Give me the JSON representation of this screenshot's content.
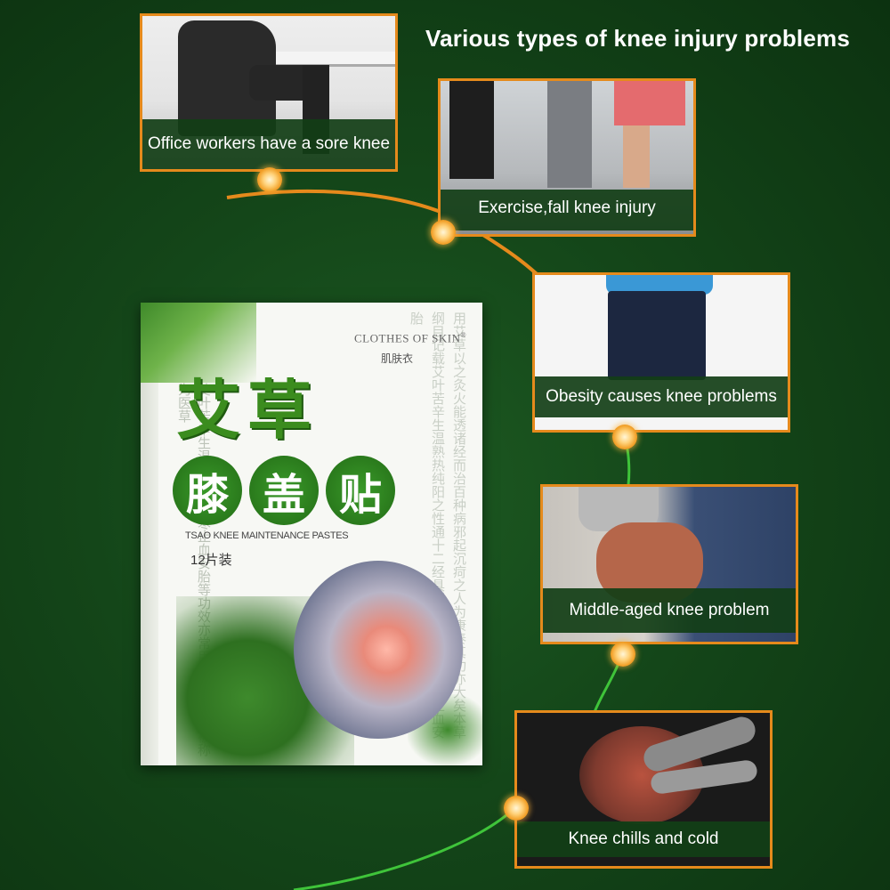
{
  "header": {
    "title": "Various types of knee injury problems"
  },
  "cards": [
    {
      "id": "office",
      "caption": "Office workers have a sore knee"
    },
    {
      "id": "exercise",
      "caption": "Exercise,fall knee injury"
    },
    {
      "id": "obesity",
      "caption": "Obesity causes knee problems"
    },
    {
      "id": "middle",
      "caption": "Middle-aged knee problem"
    },
    {
      "id": "chills",
      "caption": "Knee chills and cold"
    }
  ],
  "product": {
    "brand": "CLOTHES OF SKIN",
    "brand_mark": "®",
    "brand_cn": "肌肤衣",
    "title_cn_top": "艾草",
    "title_cn_main": [
      "膝",
      "盖",
      "贴"
    ],
    "subtitle": "TSAO KNEE MAINTENANCE PASTES",
    "count": "12片装",
    "body_text": "用艾草以之灸火能透诸经而治百种病邪起沉疴之人为康泰其功亦大矣本草纲目记载艾叶苦辛生温熟热纯阳之性通十二经具回阳理气血逐湿寒止血安胎",
    "side_text": "艾叶苦辛生温熟热逐湿寒止血安胎等功效亦常用于针灸故又被称为医草"
  },
  "colors": {
    "background": "#144619",
    "card_border": "#e58a1c",
    "caption_bg": "#123e16",
    "line_orange": "#e58a1c",
    "line_green": "#3fc43a",
    "title_green": "#3b8c1e"
  }
}
